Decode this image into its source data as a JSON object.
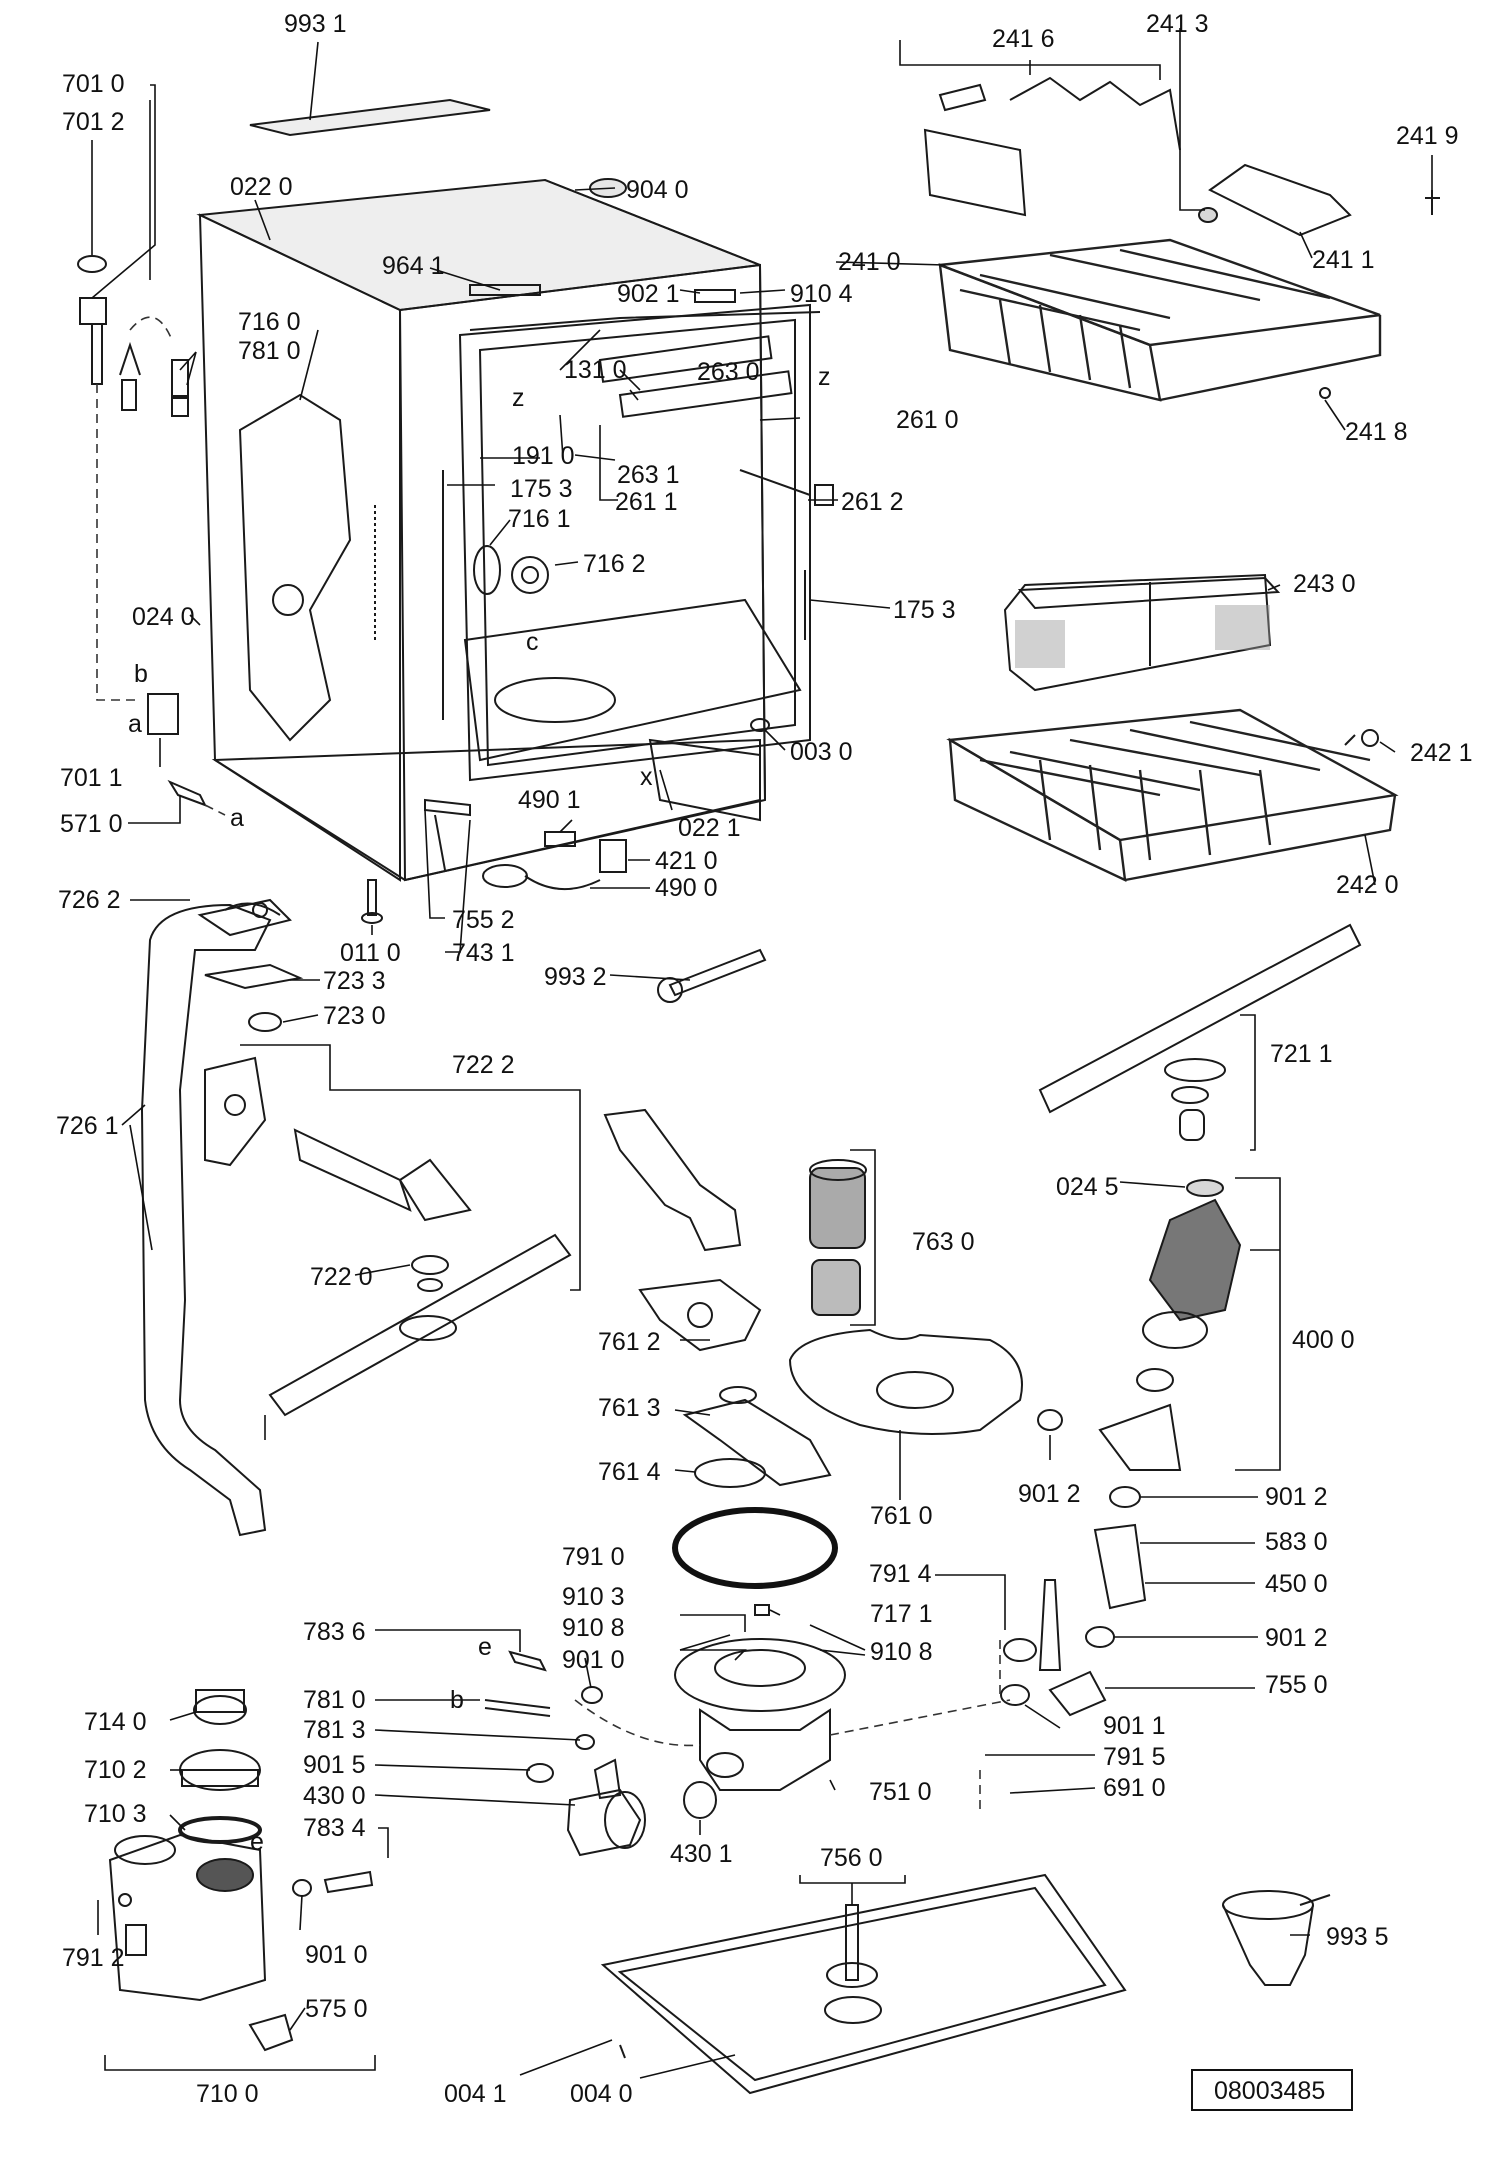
{
  "diagram": {
    "document_number": "08003485",
    "labels": {
      "p9931": "993 1",
      "p7010": "701 0",
      "p7012": "701 2",
      "p0220": "022 0",
      "p9040": "904 0",
      "p9641": "964 1",
      "p9021": "902 1",
      "p9104": "910 4",
      "p7160": "716 0",
      "p7810": "781 0",
      "p1310": "131 0",
      "p2630": "263 0",
      "p2610": "261 0",
      "p2631": "263 1",
      "p1910": "191 0",
      "p1753a": "175 3",
      "p7161": "716 1",
      "p2611": "261 1",
      "p2612": "261 2",
      "p7162": "716 2",
      "p1753b": "175 3",
      "p0240": "024 0",
      "p0030": "003 0",
      "p7011": "701 1",
      "p5710": "571 0",
      "p0221": "022 1",
      "p4901": "490 1",
      "p4210": "421 0",
      "p4900": "490 0",
      "p7262": "726 2",
      "p0110": "011 0",
      "p7552": "755 2",
      "p7431": "743 1",
      "p7233": "723 3",
      "p7230": "723 0",
      "p9932": "993 2",
      "p7222": "722 2",
      "p7261": "726 1",
      "p7220": "722 0",
      "p2416": "241 6",
      "p2413": "241 3",
      "p2419": "241 9",
      "p2410": "241 0",
      "p2411": "241 1",
      "p2418": "241 8",
      "p2430": "243 0",
      "p2421": "242 1",
      "p2420": "242 0",
      "p7211": "721 1",
      "p0245": "024 5",
      "p7630": "763 0",
      "p4000": "400 0",
      "p7612": "761 2",
      "p7613": "761 3",
      "p7614": "761 4",
      "p7610": "761 0",
      "p9012a": "901 2",
      "p9012b": "901 2",
      "p9012c": "901 2",
      "p5830": "583 0",
      "p4500": "450 0",
      "p7910": "791 0",
      "p7914": "791 4",
      "p9103": "910 3",
      "p7171": "717 1",
      "p9108a": "910 8",
      "p9108b": "910 8",
      "p7836": "783 6",
      "p9010a": "901 0",
      "p7550": "755 0",
      "p7140": "714 0",
      "p7813": "781 3",
      "p9011": "901 1",
      "p7102": "710 2",
      "p9015": "901 5",
      "p7915": "791 5",
      "p4300": "430 0",
      "p7510": "751 0",
      "p6910": "691 0",
      "p7103": "710 3",
      "p7834": "783 4",
      "p4301": "430 1",
      "p7560": "756 0",
      "p9010b": "901 0",
      "p7912": "791 2",
      "p5750": "575 0",
      "p7100": "710 0",
      "p0041": "004 1",
      "p0040": "004 0",
      "p9935": "993 5"
    },
    "markers": {
      "a1": "a",
      "a2": "a",
      "b1": "b",
      "b2": "b",
      "c": "c",
      "e1": "e",
      "e2": "e",
      "z1": "z",
      "z2": "z",
      "x": "x"
    }
  }
}
